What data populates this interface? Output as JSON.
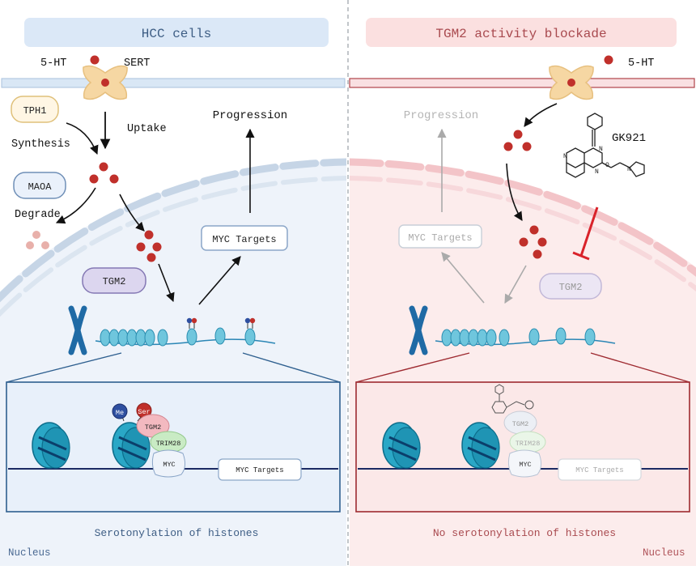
{
  "left": {
    "header": "HCC cells",
    "serotonin": "5-HT",
    "transporter": "SERT",
    "uptake": "Uptake",
    "tph1": "TPH1",
    "synthesis": "Synthesis",
    "maoa": "MAOA",
    "degrade": "Degrade",
    "tgm2": "TGM2",
    "progression": "Progression",
    "myc_targets": "MYC Targets",
    "detail": {
      "me": "Me",
      "ser": "Ser",
      "tgm2": "TGM2",
      "trim28": "TRIM28",
      "myc": "MYC",
      "myc_targets": "MYC Targets"
    },
    "caption": "Serotonylation of  histones",
    "nucleus": "Nucleus"
  },
  "right": {
    "header": "TGM2 activity blockade",
    "serotonin": "5-HT",
    "progression": "Progression",
    "inhibitor": "GK921",
    "myc_targets": "MYC Targets",
    "tgm2": "TGM2",
    "detail": {
      "tgm2": "TGM2",
      "trim28": "TRIM28",
      "myc": "MYC",
      "myc_targets": "MYC Targets"
    },
    "caption": "No serotonylation of  histones",
    "nucleus": "Nucleus"
  },
  "colors": {
    "left_header_bg": "#dbe8f7",
    "right_header_bg": "#fbe0e0",
    "serotonin": "#c0302b",
    "membrane_left": "#cfe0f1",
    "membrane_right": "#f3cdd0",
    "nucleosome": "#2aa7c6",
    "chromosome": "#1f6aa5"
  }
}
